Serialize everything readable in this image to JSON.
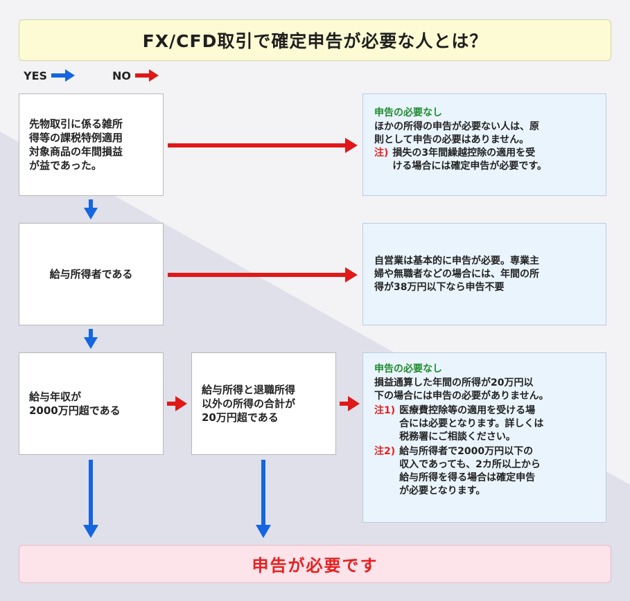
{
  "title": "FX/CFD取引で確定申告が必要な人とは？",
  "legend": {
    "yes": "YES",
    "no": "NO"
  },
  "colors": {
    "yes_arrow": "#1565e0",
    "no_arrow": "#e01818",
    "head_green": "#1e8a2e",
    "note_red": "#e52020"
  },
  "steps": {
    "q1": "先物取引に係る雑所\n得等の課税特例適用\n対象商品の年間損益\nが益であった。",
    "q2": "給与所得者である",
    "q3": "給与年収が\n2000万円超である",
    "q4": "給与所得と退職所得\n以外の所得の合計が\n20万円超である"
  },
  "results": {
    "r1": {
      "head": "申告の必要なし",
      "body": "ほかの所得の申告が必要ない人は、原\n則として申告の必要はありません。",
      "note_label": "注)",
      "note": "損失の3年間繰越控除の適用を受\nける場合には確定申告が必要です。"
    },
    "r2": {
      "body": "自営業は基本的に申告が必要。専業主\n婦や無職者などの場合には、年間の所\n得が38万円以下なら申告不要"
    },
    "r3": {
      "head": "申告の必要なし",
      "body": "損益通算した年間の所得が20万円以\n下の場合には申告の必要がありません。",
      "note1_label": "注1)",
      "note1": "医療費控除等の適用を受ける場\n合には必要となります。詳しくは\n税務署にご相談ください。",
      "note2_label": "注2)",
      "note2": "給与所得者で2000万円以下の\n収入であっても、2カ所以上から\n給与所得を得る場合は確定申告\nが必要となります。"
    }
  },
  "final": "申告が必要です"
}
